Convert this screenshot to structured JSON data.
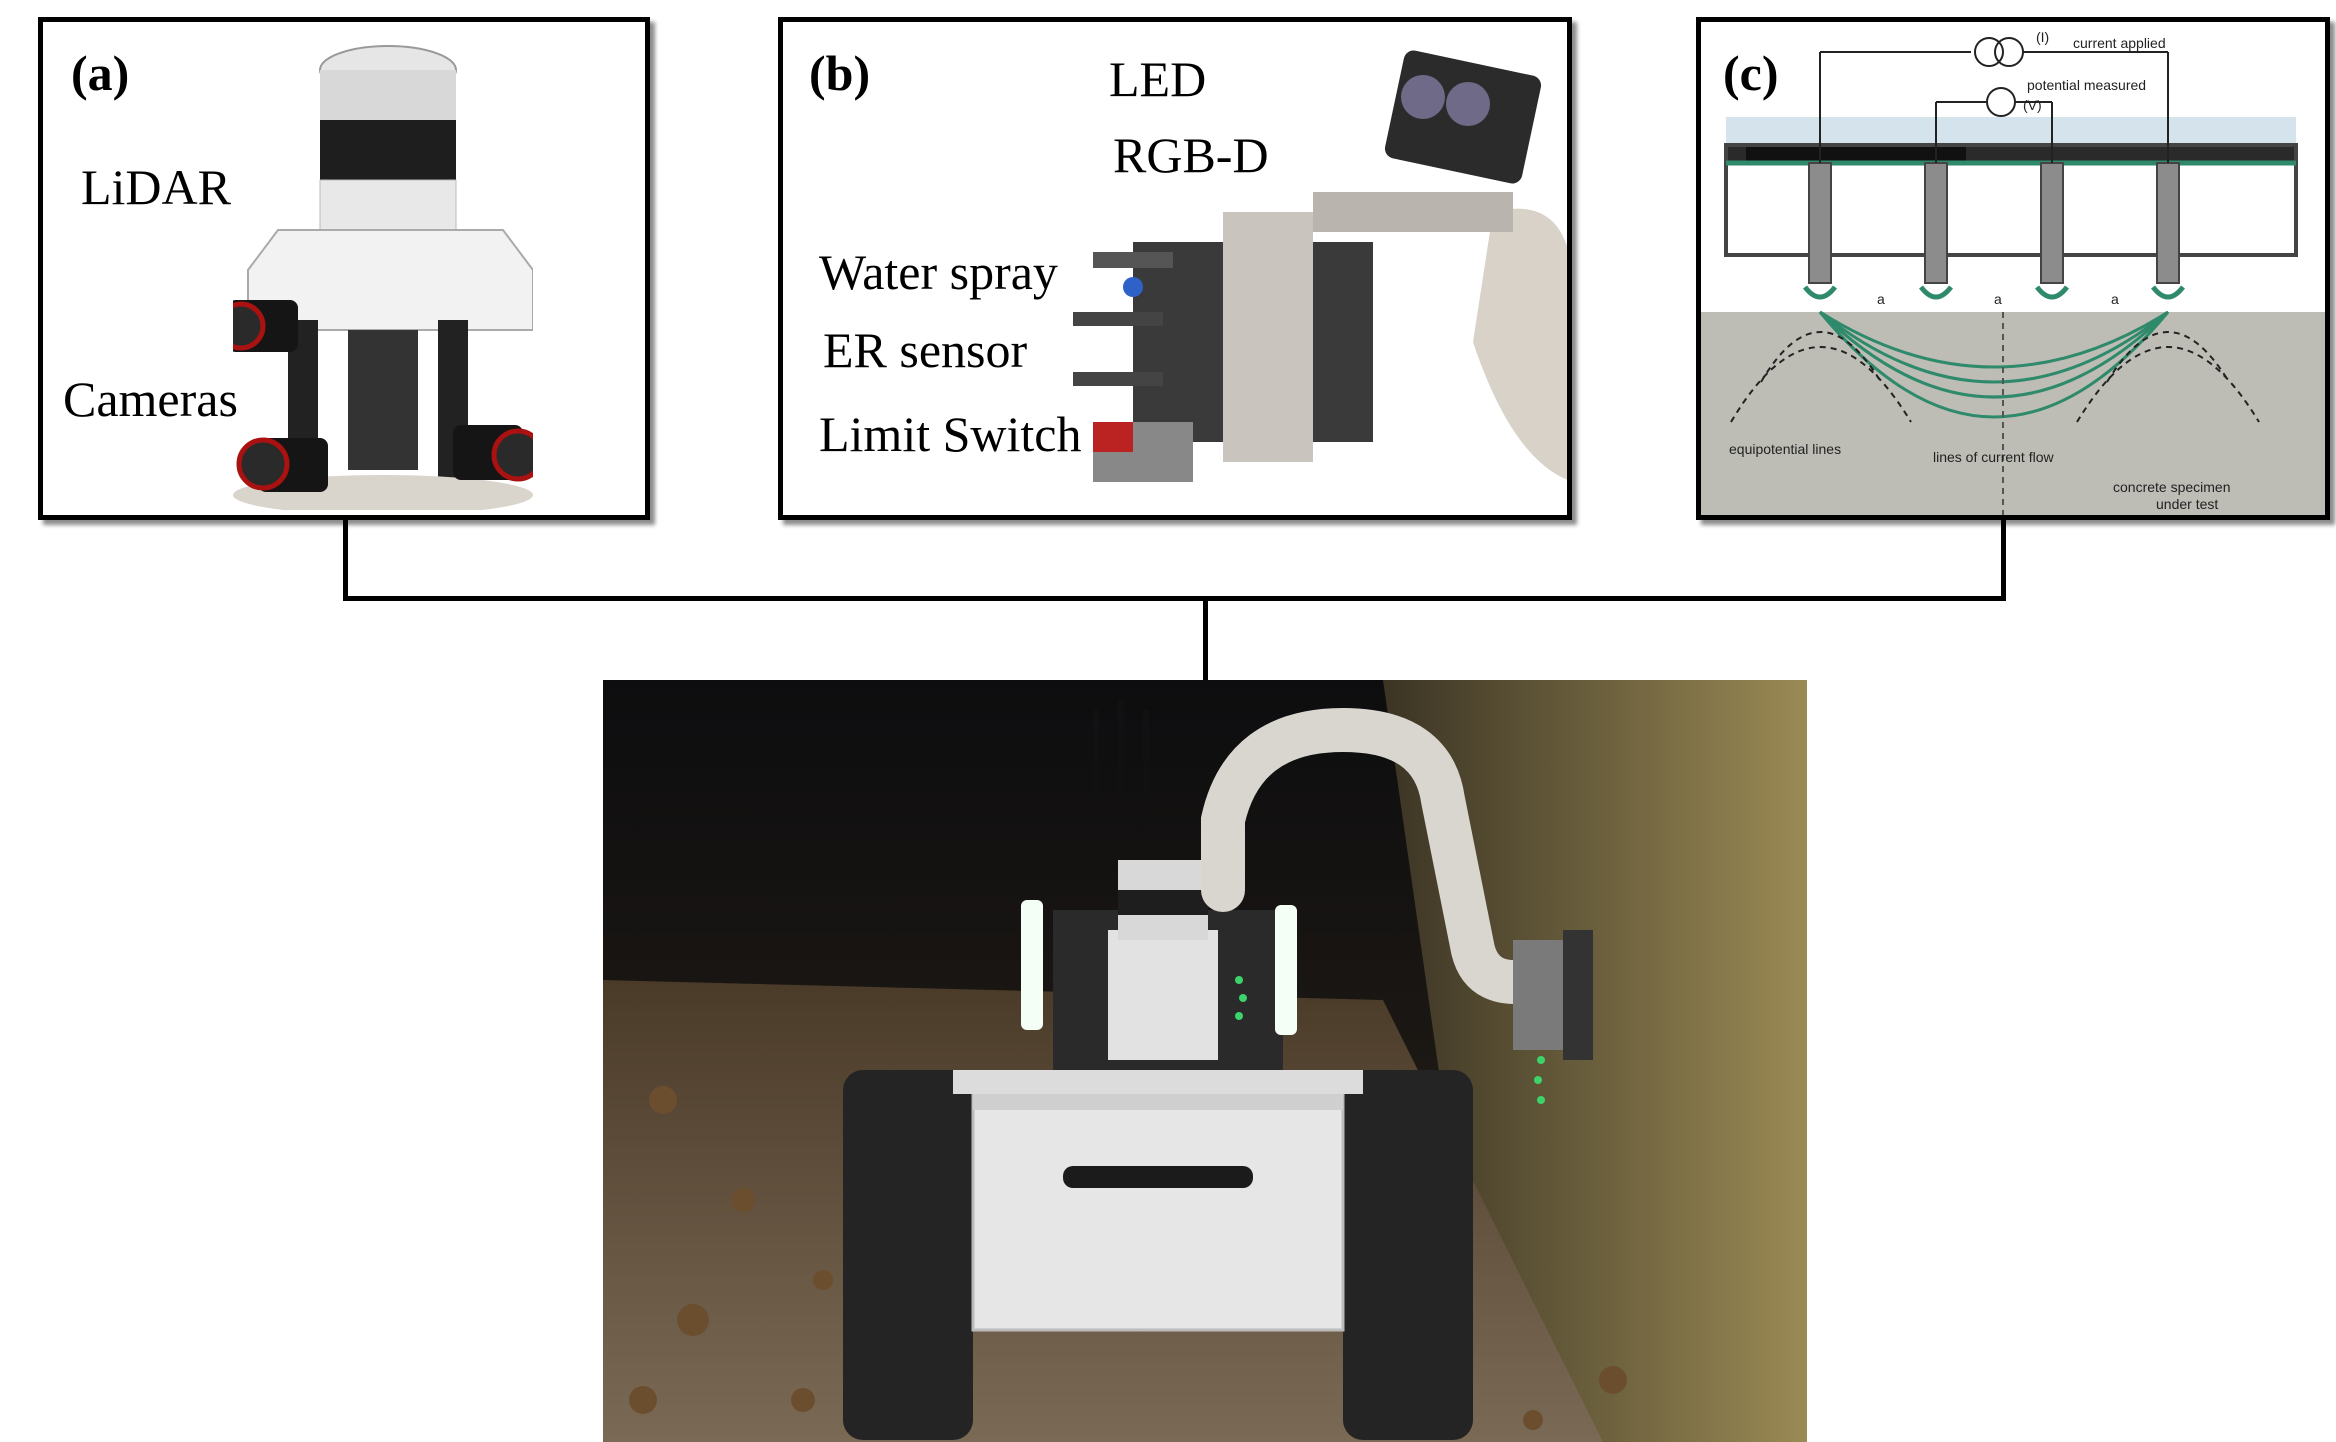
{
  "panels": {
    "a": {
      "tag": "(a)",
      "labels": {
        "lidar": "LiDAR",
        "cameras": "Cameras"
      }
    },
    "b": {
      "tag": "(b)",
      "labels": {
        "led": "LED",
        "rgbd": "RGB-D",
        "water_spray": "Water spray",
        "er_sensor": "ER sensor",
        "limit_switch": "Limit Switch"
      }
    },
    "c": {
      "tag": "(c)",
      "labels": {
        "current_i": "(I)",
        "current_applied": "current applied",
        "potential_measured": "potential measured",
        "voltage_v": "(V)",
        "spacing_a": "a",
        "equipotential_lines": "equipotential lines",
        "lines_of_current_flow": "lines of current flow",
        "concrete_specimen": "concrete specimen",
        "under_test": "under test"
      }
    }
  },
  "colors": {
    "frame": "#000000",
    "tunnel_dark": "#1a1a1a",
    "wall": "#8a7a4a",
    "robot_white": "#e8e8e8",
    "track": "#2a2a2a",
    "green_field": "#2e8a6a"
  }
}
